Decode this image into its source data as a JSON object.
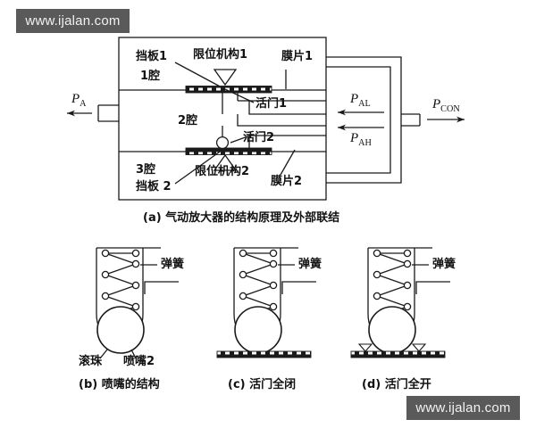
{
  "figure": {
    "title_caption_a": "(a) 气动放大器的结构原理及外部联结",
    "caption_b": "(b) 喷嘴的结构",
    "caption_c": "(c) 活门全闭",
    "caption_d": "(d) 活门全开"
  },
  "watermarks": {
    "top_left": "www.ijalan.com",
    "bottom_right": "www.ijalan.com"
  },
  "diagram_a": {
    "labels": {
      "baffle1": "挡板1",
      "chamber1": "1腔",
      "limit_mechanism1": "限位机构1",
      "diaphragm1": "膜片1",
      "valve1": "活门1",
      "chamber2": "2腔",
      "valve2": "活门2",
      "chamber3": "3腔",
      "baffle2": "挡板 2",
      "limit_mechanism2": "限位机构2",
      "diaphragm2": "膜片2"
    },
    "pressures": {
      "p_a": "P",
      "p_a_sub": "A",
      "p_al": "P",
      "p_al_sub": "AL",
      "p_ah": "P",
      "p_ah_sub": "AH",
      "p_con": "P",
      "p_con_sub": "CON"
    }
  },
  "diagram_b": {
    "spring": "弹簧",
    "ball": "滚珠",
    "nozzle": "喷嘴2"
  },
  "diagram_c": {
    "spring": "弹簧"
  },
  "diagram_d": {
    "spring": "弹簧"
  },
  "colors": {
    "line": "#1a1a1a",
    "background": "#ffffff",
    "watermark_bg": "#5a5a5a",
    "watermark_text": "#f2f2f2",
    "seat_fill": "#1a1a1a"
  }
}
